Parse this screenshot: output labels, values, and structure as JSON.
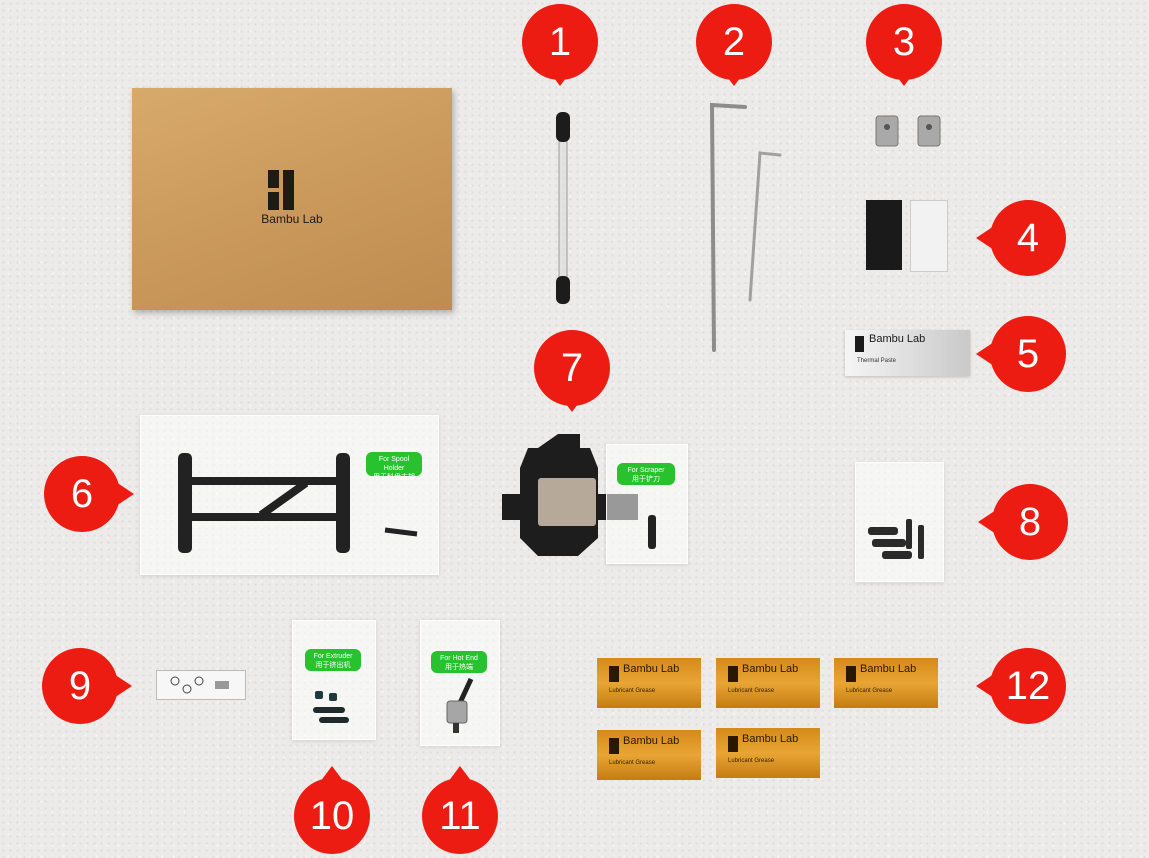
{
  "markers": [
    "1",
    "2",
    "3",
    "4",
    "5",
    "6",
    "7",
    "8",
    "9",
    "10",
    "11",
    "12"
  ],
  "box": {
    "brand": "Bambu Lab"
  },
  "bags": {
    "spool_holder": {
      "en": "For Spool Holder",
      "cn": "用于料盘支架"
    },
    "scraper": {
      "en": "For Scraper",
      "cn": "用于铲刀"
    },
    "extruder": {
      "en": "For Extruder",
      "cn": "用于挤出机"
    },
    "hot_end": {
      "en": "For Hot End",
      "cn": "用于热端"
    }
  },
  "thermal_paste": {
    "brand": "Bambu Lab",
    "name": "Thermal Paste"
  },
  "grease": {
    "brand": "Bambu Lab",
    "name": "Lubricant Grease"
  },
  "colors": {
    "marker": "#ec1c12",
    "tag": "#28c22e",
    "box": "#c9985a",
    "grease": "#e0a030"
  }
}
